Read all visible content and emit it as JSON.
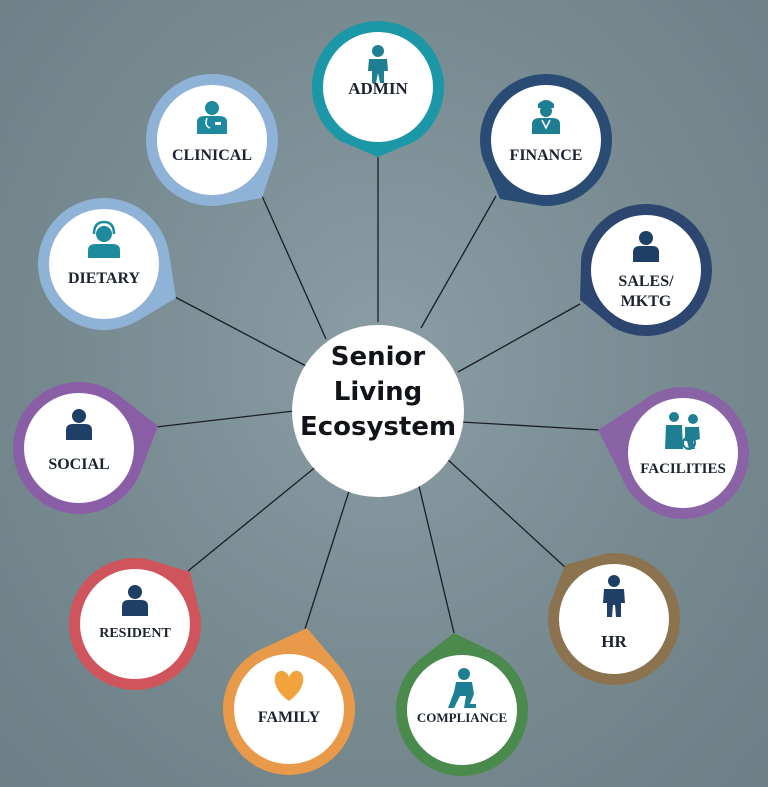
{
  "center": {
    "lines": [
      "Senior",
      "Living",
      "Ecosystem"
    ]
  },
  "nodes": [
    {
      "id": "admin",
      "lines": [
        "ADMIN"
      ],
      "icon": "person-walking-icon",
      "ring_color": "#1b97a8",
      "icon_color": "#1e7f93"
    },
    {
      "id": "finance",
      "lines": [
        "FINANCE"
      ],
      "icon": "surgeon-icon",
      "ring_color": "#2a4b73",
      "icon_color": "#1e7f93"
    },
    {
      "id": "sales",
      "lines": [
        "SALES/",
        "MKTG"
      ],
      "icon": "person-icon",
      "ring_color": "#2c4670",
      "icon_color": "#1f3f66"
    },
    {
      "id": "facilities",
      "lines": [
        "FACILITIES"
      ],
      "icon": "caregiver-icon",
      "ring_color": "#8a63a6",
      "icon_color": "#1e7f93"
    },
    {
      "id": "hr",
      "lines": [
        "HR"
      ],
      "icon": "person-standing-icon",
      "ring_color": "#8c7350",
      "icon_color": "#1f3f66"
    },
    {
      "id": "compliance",
      "lines": [
        "COMPLIANCE"
      ],
      "icon": "person-kneeling-icon",
      "ring_color": "#4a8a4c",
      "icon_color": "#1e7f93"
    },
    {
      "id": "family",
      "lines": [
        "FAMILY"
      ],
      "icon": "heart-icon",
      "ring_color": "#e89a4a",
      "icon_color": "#f2a33e"
    },
    {
      "id": "resident",
      "lines": [
        "RESIDENT"
      ],
      "icon": "person-icon",
      "ring_color": "#cf545b",
      "icon_color": "#1f3f66"
    },
    {
      "id": "social",
      "lines": [
        "SOCIAL"
      ],
      "icon": "person-icon",
      "ring_color": "#8a5ea6",
      "icon_color": "#1f3f66"
    },
    {
      "id": "dietary",
      "lines": [
        "DIETARY"
      ],
      "icon": "headset-person-icon",
      "ring_color": "#8fb3d6",
      "icon_color": "#1e8a9d"
    },
    {
      "id": "clinical",
      "lines": [
        "CLINICAL"
      ],
      "icon": "nurse-icon",
      "ring_color": "#8fb3d6",
      "icon_color": "#1e8a9d"
    }
  ]
}
